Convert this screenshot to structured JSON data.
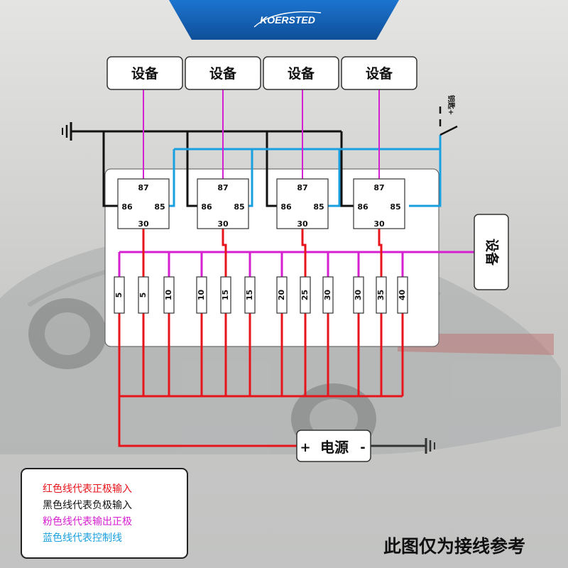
{
  "brand": {
    "name": "KOERSTED"
  },
  "devices": [
    "设备",
    "设备",
    "设备",
    "设备"
  ],
  "side_device": "设备",
  "key_switch": "钥匙+",
  "relays": [
    {
      "pin87": "87",
      "pin86": "86",
      "pin85": "85",
      "pin30": "30"
    },
    {
      "pin87": "87",
      "pin86": "86",
      "pin85": "85",
      "pin30": "30"
    },
    {
      "pin87": "87",
      "pin86": "86",
      "pin85": "85",
      "pin30": "30"
    },
    {
      "pin87": "87",
      "pin86": "86",
      "pin85": "85",
      "pin30": "30"
    }
  ],
  "fuses": [
    "5",
    "5",
    "10",
    "10",
    "15",
    "15",
    "20",
    "25",
    "30",
    "30",
    "35",
    "40"
  ],
  "power": {
    "plus": "+",
    "label": "电源",
    "minus": "-"
  },
  "legend": [
    {
      "text": "红色线代表正极输入",
      "color": "#e8141b"
    },
    {
      "text": "黑色线代表负极输入",
      "color": "#111111"
    },
    {
      "text": "粉色线代表输出正极",
      "color": "#d61fd0"
    },
    {
      "text": "蓝色线代表控制线",
      "color": "#1aa0e0"
    }
  ],
  "footer_note": "此图仅为接线参考",
  "colors": {
    "red": "#e8141b",
    "black": "#111111",
    "pink": "#d61fd0",
    "blue": "#1aa0e0",
    "banner": "#1565b8"
  }
}
